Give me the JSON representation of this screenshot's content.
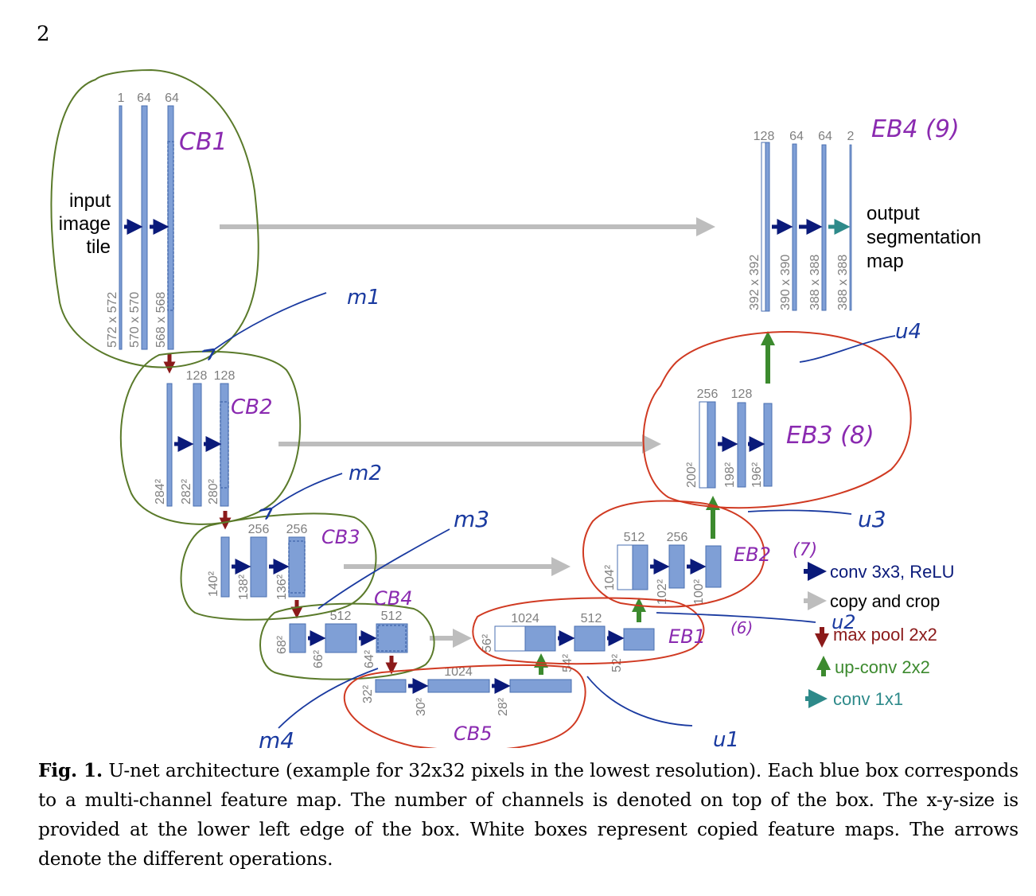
{
  "page_number": "2",
  "caption": {
    "label": "Fig. 1.",
    "text": "U-net architecture (example for 32x32 pixels in the lowest resolution). Each blue box corresponds to a multi-channel feature map. The number of channels is denoted on top of the box. The x-y-size is provided at the lower left edge of the box. White boxes represent copied feature maps. The arrows denote the different operations."
  },
  "labels": {
    "input": [
      "input",
      "image",
      "tile"
    ],
    "output": [
      "output",
      "segmentation",
      "map"
    ]
  },
  "channels": {
    "c1": "1",
    "c2": "64",
    "c3": "64",
    "c4": "128",
    "c5": "128",
    "c6": "256",
    "c7": "256",
    "c8": "512",
    "c9": "512",
    "c10": "1024",
    "c11": "1024",
    "c12": "512",
    "c13": "512",
    "c14": "256",
    "c15": "256",
    "c16": "128",
    "c17": "128",
    "c18": "64",
    "c19": "64",
    "c20": "2"
  },
  "sizes": {
    "s1": "572 x 572",
    "s2": "570 x 570",
    "s3": "568 x 568",
    "s4": "284²",
    "s5": "282²",
    "s6": "280²",
    "s7": "140²",
    "s8": "138²",
    "s9": "136²",
    "s10": "68²",
    "s11": "66²",
    "s12": "64²",
    "s13": "32²",
    "s14": "30²",
    "s15": "28²",
    "s16": "56²",
    "s17": "54²",
    "s18": "52²",
    "s19": "104²",
    "s20": "102²",
    "s21": "100²",
    "s22": "200²",
    "s23": "198²",
    "s24": "196²",
    "s25": "392 x 392",
    "s26": "390 x 390",
    "s27": "388 x 388",
    "s28": "388 x 388"
  },
  "legend": {
    "conv": "conv 3x3, ReLU",
    "copy": "copy and crop",
    "pool": "max pool 2x2",
    "upconv": "up-conv 2x2",
    "conv1": "conv 1x1"
  },
  "annotations": {
    "cb1": "CB1",
    "cb2": "CB2",
    "cb3": "CB3",
    "cb4": "CB4",
    "cb5": "CB5",
    "eb1": "EB1",
    "eb1_num": "(6)",
    "eb2": "EB2",
    "eb2_num": "(7)",
    "eb3": "EB3 (8)",
    "eb4": "EB4 (9)",
    "m1": "m1",
    "m2": "m2",
    "m3": "m3",
    "m4": "m4",
    "u1": "u1",
    "u2": "u2",
    "u3": "u3",
    "u4": "u4"
  },
  "colors": {
    "box_fill": "#7f9fd6",
    "box_stroke": "#4a6fb0",
    "conv_arrow": "#0a1a7a",
    "copy_arrow": "#bdbdbd",
    "pool_arrow": "#8b1a1a",
    "upconv_arrow": "#3c8a2e",
    "conv1_arrow": "#2e8a8a",
    "encoder_circle": "#5a7a2a",
    "decoder_circle": "#d03a22",
    "annotation_purple": "#8a2ab0",
    "annotation_blue": "#1a3aa0"
  }
}
